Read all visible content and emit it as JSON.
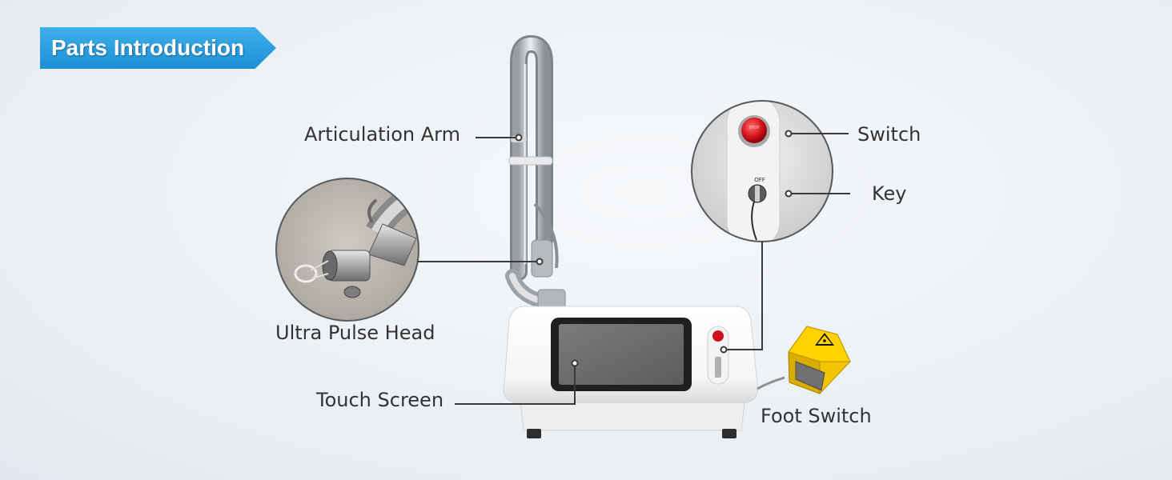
{
  "header": {
    "title": "Parts Introduction"
  },
  "labels": {
    "articulation_arm": "Articulation Arm",
    "ultra_pulse_head": "Ultra Pulse Head",
    "touch_screen": "Touch Screen",
    "switch": "Switch",
    "key": "Key",
    "foot_switch": "Foot Switch"
  },
  "key_panel": {
    "off_text": "OFF"
  },
  "colors": {
    "banner_start": "#3fb0ea",
    "banner_end": "#1d8fd6",
    "leader_line": "#3a3a3a",
    "foot_switch_yellow": "#f2c500",
    "stop_button_red": "#d0101a"
  },
  "icons": {
    "laser_warning": "laser-warning-icon"
  }
}
